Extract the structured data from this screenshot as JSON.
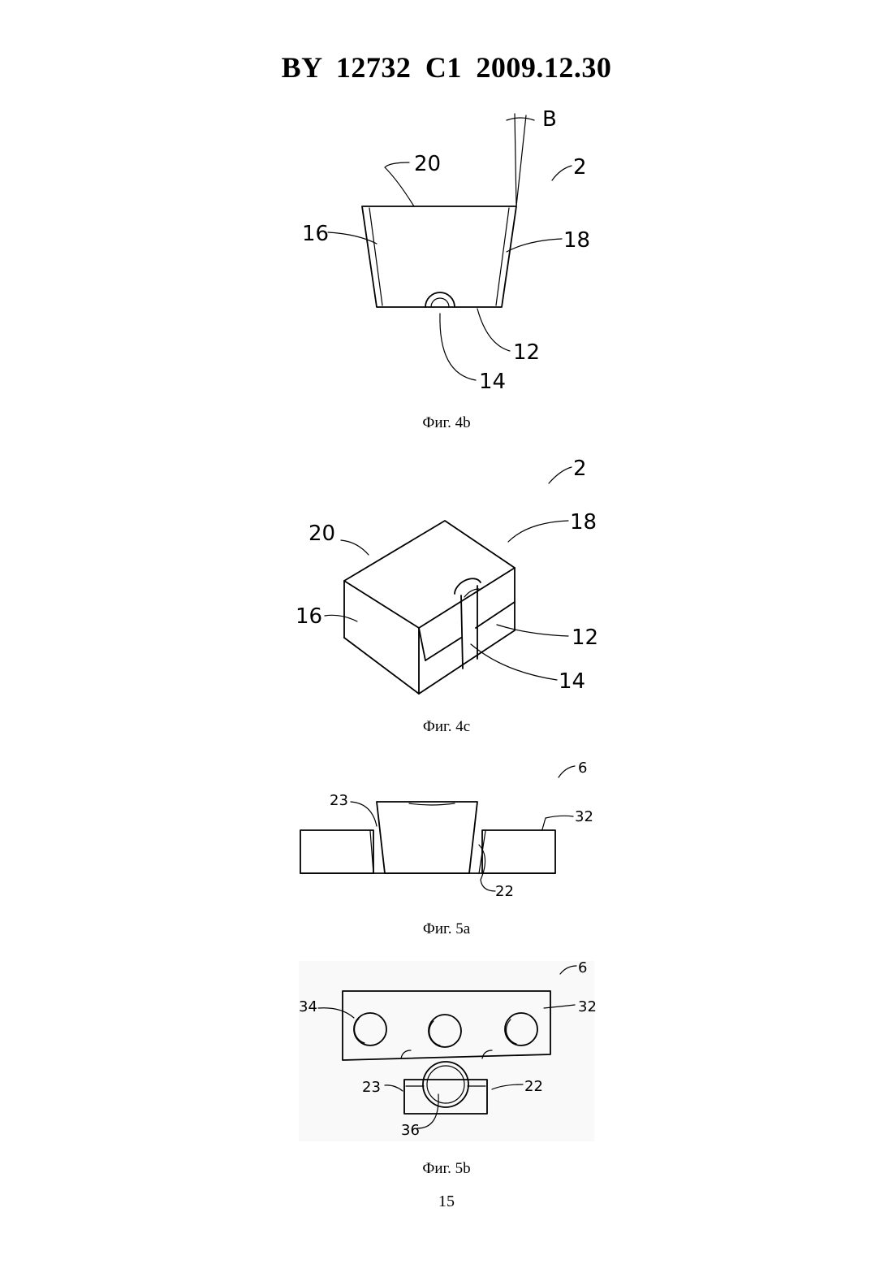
{
  "header": {
    "text": "BY  12732  C1  2009.12.30"
  },
  "figures": [
    {
      "caption": "Фиг. 4b",
      "labels": {
        "angle": "B",
        "part": "2",
        "top": "20",
        "left": "16",
        "right": "18",
        "bottom": "12",
        "notch": "14"
      }
    },
    {
      "caption": "Фиг. 4c",
      "labels": {
        "part": "2",
        "top": "20",
        "right": "18",
        "left": "16",
        "front": "12",
        "notch": "14"
      }
    },
    {
      "caption": "Фиг. 5a",
      "labels": {
        "part": "6",
        "left": "23",
        "plate": "32",
        "right": "22"
      }
    },
    {
      "caption": "Фиг. 5b",
      "labels": {
        "part": "6",
        "hole": "34",
        "plate": "32",
        "left": "23",
        "right": "22",
        "center": "36"
      }
    }
  ],
  "page_number": "15"
}
